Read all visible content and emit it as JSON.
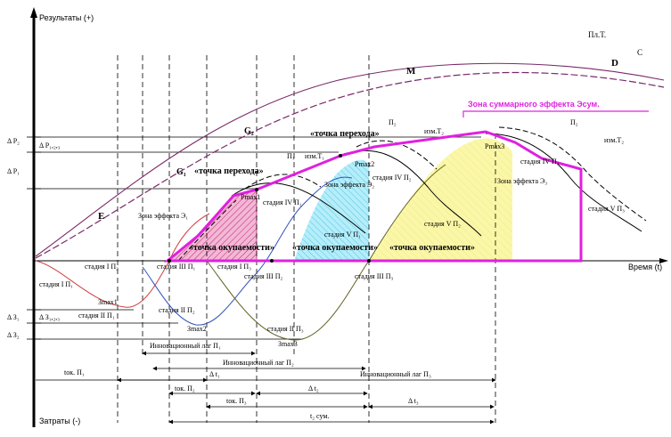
{
  "axes": {
    "y_top": "Результаты (+)",
    "y_bottom": "Затраты (-)",
    "x": "Время (t)"
  },
  "curves": {
    "pl_t": "Пл.Т.",
    "c": "С",
    "d": "D",
    "m": "M",
    "g2": "G₂",
    "g1": "G₁",
    "e": "E",
    "p1": "П₁",
    "p2a": "П₂",
    "p2b": "П₂",
    "izm_t1": "изм.Т₁",
    "izm_t2a": "изм.Т₂",
    "izm_t2b": "изм.Т₂"
  },
  "zone_sum": "Зона суммарного эффекта Эсум.",
  "zones": {
    "z1": "Зона эффекта Э₁",
    "z2": "Зона эффекта Э₂",
    "z3": "Зона эффекта Э₃"
  },
  "points": {
    "transition1": "«точка перехода»",
    "transition2": "«точка перехода»",
    "payback1": "«точка окупаемости»",
    "payback2": "«точка окупаемости»",
    "payback3": "«точка окупаемости»",
    "pmax1": "Pmax1",
    "pmax2": "Pmax2",
    "pmax3": "Pmax3",
    "zmax1": "Зmax1",
    "zmax2": "Зmax2",
    "zmax3": "Зmax3"
  },
  "stages": {
    "s_i_p1": "стадия I П₁",
    "s_ii_p1": "стадия II П₁",
    "s_iii_p1": "стадия III П₁",
    "s_iv_p1": "стадия IV П₁",
    "s_v_p1": "стадия V П₁",
    "s_i_p2": "стадия I П₂",
    "s_ii_p2": "стадия II П₂",
    "s_iii_p2": "стадия III П₂",
    "s_iv_p2": "стадия IV П₂",
    "s_v_p2": "стадия V П₂",
    "s_i_p3": "стадия I П₃",
    "s_ii_p3": "стадия II П₃",
    "s_iii_p3": "стадия III П₃",
    "s_iv_p3": "стадия IV П₃",
    "s_v_p3": "стадия V П₃"
  },
  "left_labels": {
    "dp2": "Δ P₂",
    "dp123": "Δ P₁,₂,₃",
    "dp1": "Δ P₁",
    "dz1": "Δ З₁",
    "dz123": "Δ З₁,₂,₃",
    "dz2": "Δ З₂"
  },
  "lags": {
    "lag1": "Инновационный лаг П₁",
    "lag2": "Инновационный лаг П₂",
    "lag3": "Инновационный лаг П₃"
  },
  "timings": {
    "tok_p1": "tок. П₁",
    "tok_p2": "tок. П₂",
    "tok_p3": "tок. П₃",
    "dt1": "Δ t₁",
    "dt2": "Δ t₂",
    "dt3": "Δ t₃",
    "t2sum": "t₂ сум."
  },
  "colors": {
    "magenta": "#e020e0",
    "purple": "#7a2a6a",
    "red_curve": "#d04040",
    "blue_curve": "#3050c0",
    "olive_curve": "#606020",
    "pink_fill": "#f0b0d0",
    "cyan_fill": "#a8e8f8",
    "yellow_fill": "#f8f4a0"
  }
}
